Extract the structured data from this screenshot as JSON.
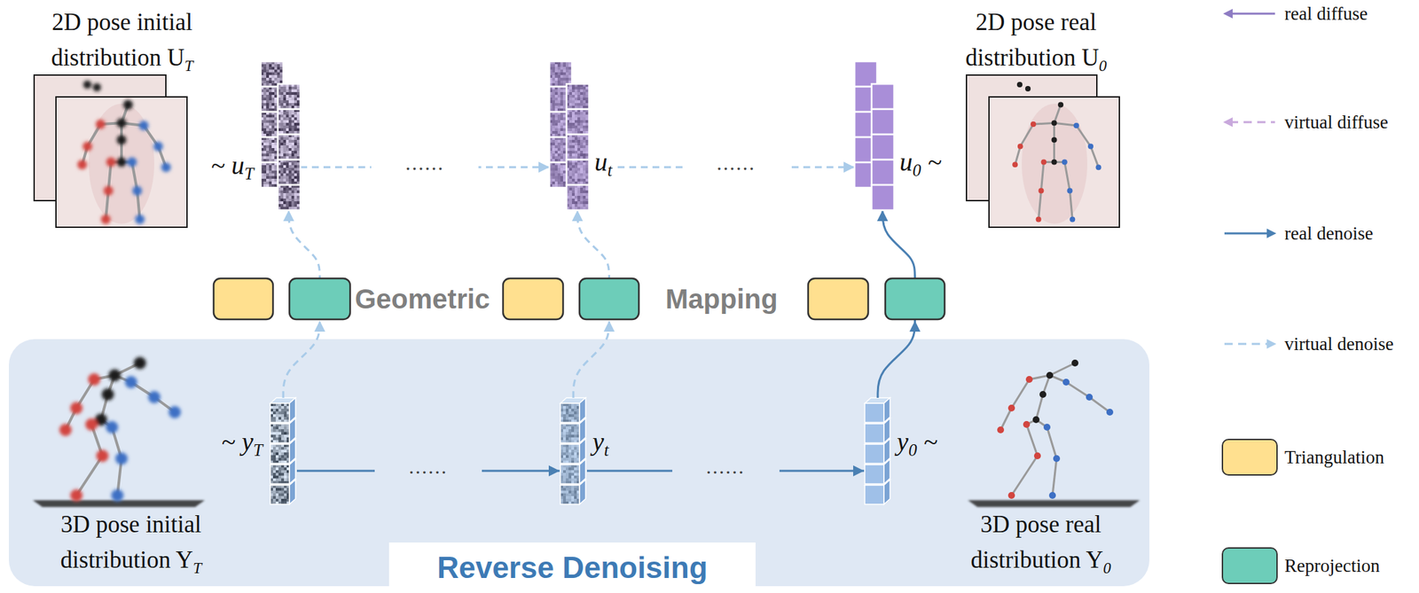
{
  "diagram": {
    "nodes": [
      {
        "text": [
          "~ u",
          "T"
        ]
      },
      {
        "text": [
          "u",
          "t"
        ]
      },
      {
        "text": [
          "u",
          "0",
          "~"
        ]
      },
      {
        "text": [
          "Reverse Denoising"
        ]
      },
      {
        "text": [
          "~ y",
          "T"
        ],
        "in": 3
      },
      {
        "text": [
          "y",
          "t"
        ],
        "in": 3
      },
      {
        "text": [
          "y",
          "0",
          "~"
        ],
        "in": 3
      }
    ],
    "edges": [
      {
        "from": 0,
        "to": 1,
        "arrow": "to",
        "label": "......"
      },
      {
        "from": 1,
        "to": 2,
        "arrow": "to",
        "label": "......"
      },
      {
        "from": 4,
        "to": 5,
        "arrow": "to",
        "label": "......"
      },
      {
        "from": 5,
        "to": 6,
        "arrow": "to",
        "label": "......"
      },
      {
        "from": 4,
        "to": 0,
        "arrow": "to"
      },
      {
        "from": 5,
        "to": 1,
        "arrow": "to"
      },
      {
        "from": 6,
        "to": 2,
        "arrow": "to"
      }
    ],
    "labels": [
      "2D pose initial distribution U",
      "T",
      "2D pose real distribution U",
      "0",
      "3D pose initial distribution Y",
      "T",
      "3D pose real distribution Y",
      "0",
      "Geometric",
      "Mapping"
    ],
    "legend": [
      {
        "text": "real diffuse"
      },
      {
        "text": "virtual diffuse"
      },
      {
        "text": "real denoise"
      },
      {
        "text": "virtual denoise"
      },
      {
        "text": "Triangulation",
        "color": "#ffe08f"
      },
      {
        "text": "Reprojection",
        "color": "#6dcdb9"
      }
    ]
  }
}
